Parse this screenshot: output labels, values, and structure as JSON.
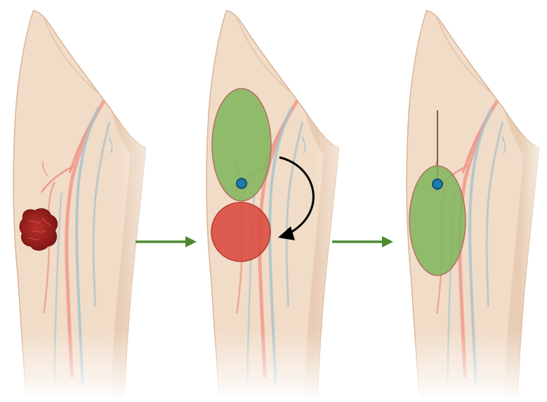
{
  "colors": {
    "background": "#ffffff",
    "skin": "#f1dcc8",
    "skin_shadow": "#e2c3a7",
    "skin_outline": "#d9b596",
    "artery": "#ef9a8c",
    "vein": "#a9c3cc",
    "wound": "#a5231f",
    "wound_dark": "#7c1513",
    "flap": "#7fb55a",
    "flap_outline": "#b0705f",
    "defect": "#d94a3e",
    "defect_outline": "#b83a30",
    "perforator": "#1b7fa8",
    "perforator_ring": "#17497a",
    "step_arrow": "#4d8a2e",
    "rotation_arrow": "#000000",
    "pedicle_line": "#8a5a45"
  },
  "panels": [
    {
      "step": 1,
      "content": "thigh-with-wound"
    },
    {
      "step": 2,
      "content": "thigh-with-flap-design-and-rotation"
    },
    {
      "step": 3,
      "content": "thigh-with-flap-inset"
    }
  ],
  "icons": {
    "step_arrow": "right-arrow-icon",
    "rotation_arrow": "curved-arrow-icon"
  }
}
